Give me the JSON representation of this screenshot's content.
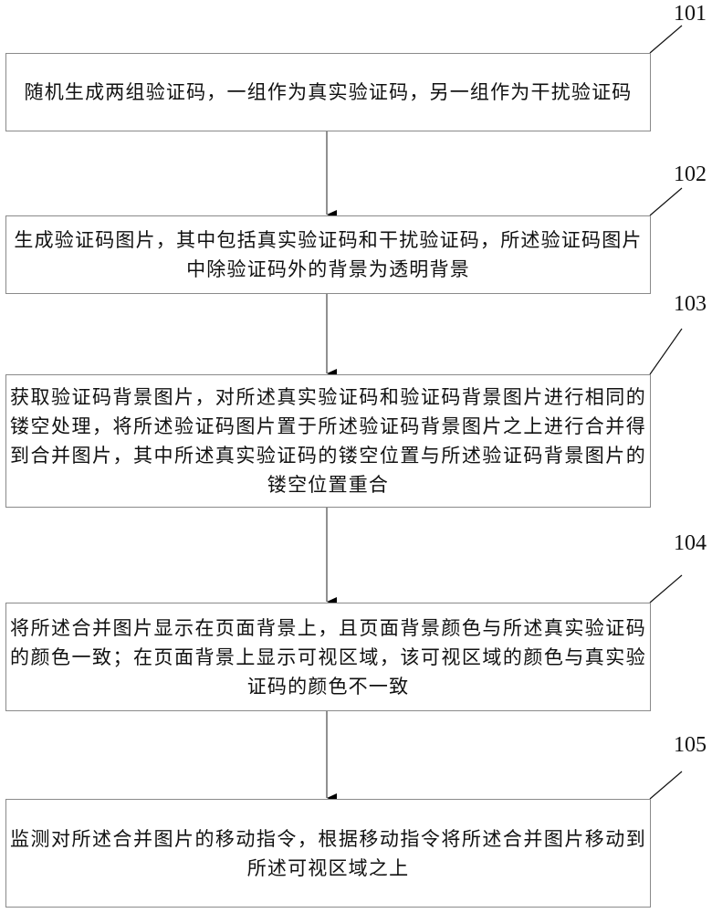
{
  "diagram": {
    "type": "flowchart",
    "direction": "top-to-bottom",
    "steps": [
      {
        "label": "101",
        "text": "随机生成两组验证码，一组作为真实验证码，另一组作为干扰验证码"
      },
      {
        "label": "102",
        "text": "生成验证码图片，其中包括真实验证码和干扰验证码，所述验证码图片中除验证码外的背景为透明背景"
      },
      {
        "label": "103",
        "text": "获取验证码背景图片，对所述真实验证码和验证码背景图片进行相同的镂空处理，将所述验证码图片置于所述验证码背景图片之上进行合并得到合并图片，其中所述真实验证码的镂空位置与所述验证码背景图片的镂空位置重合"
      },
      {
        "label": "104",
        "text": "将所述合并图片显示在页面背景上，且页面背景颜色与所述真实验证码的颜色一致；在页面背景上显示可视区域，该可视区域的颜色与真实验证码的颜色不一致"
      },
      {
        "label": "105",
        "text": "监测对所述合并图片的移动指令，根据移动指令将所述合并图片移动到所述可视区域之上"
      }
    ],
    "edges": [
      {
        "from": "101",
        "to": "102"
      },
      {
        "from": "102",
        "to": "103"
      },
      {
        "from": "103",
        "to": "104"
      },
      {
        "from": "104",
        "to": "105"
      }
    ]
  }
}
